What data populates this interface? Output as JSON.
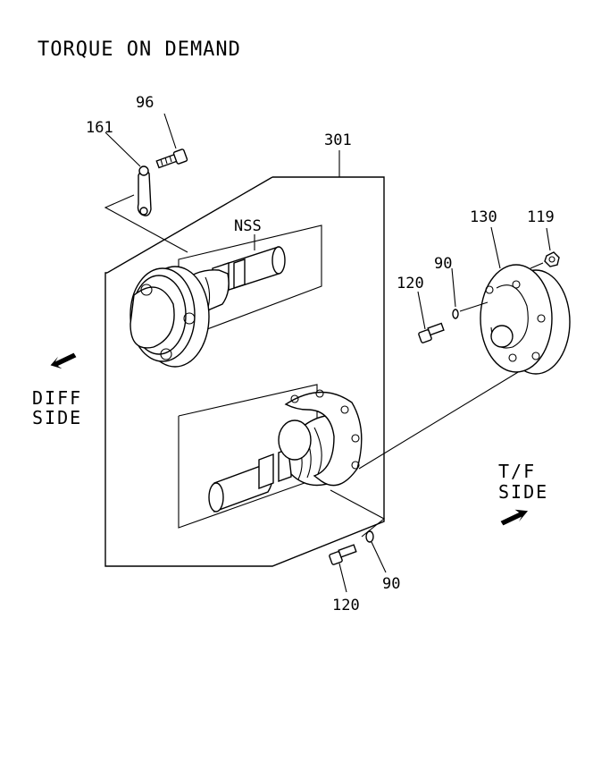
{
  "title": "TORQUE ON DEMAND",
  "callouts": {
    "p96": "96",
    "p161": "161",
    "p301": "301",
    "nss": "NSS",
    "p130": "130",
    "p119": "119",
    "p90_top": "90",
    "p120_top": "120",
    "p120_bottom": "120",
    "p90_bottom": "90"
  },
  "sides": {
    "diff_line1": "DIFF",
    "diff_line2": "SIDE",
    "tf_line1": "T/F",
    "tf_line2": "SIDE"
  },
  "icons": {
    "diff_arrow": "arrow-left-down-icon",
    "tf_arrow": "arrow-right-up-icon"
  }
}
